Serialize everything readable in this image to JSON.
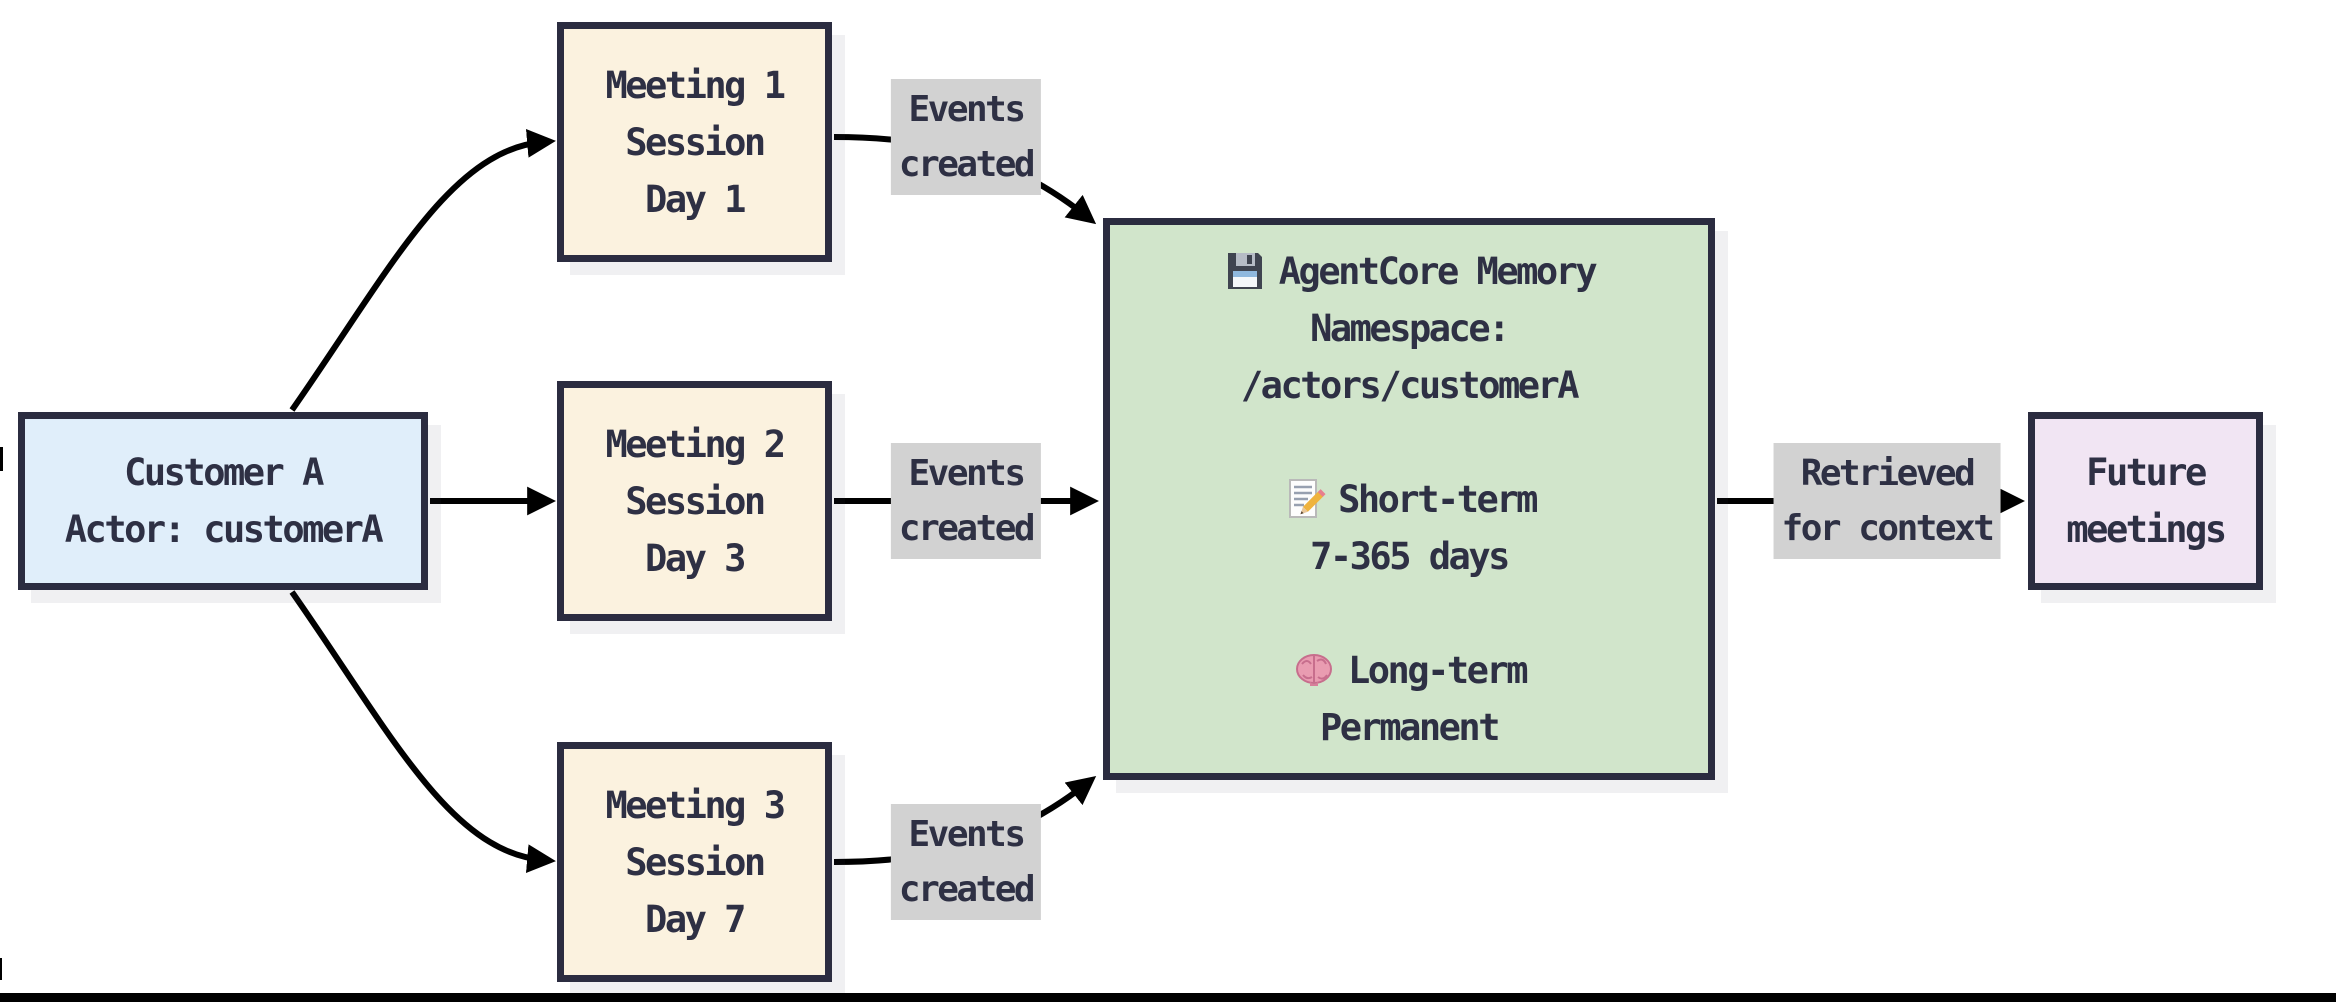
{
  "diagram": {
    "nodes": {
      "customer": {
        "lines": [
          "Customer A",
          "Actor: customerA"
        ]
      },
      "meeting1": {
        "lines": [
          "Meeting 1",
          "Session",
          "Day 1"
        ]
      },
      "meeting2": {
        "lines": [
          "Meeting 2",
          "Session",
          "Day 3"
        ]
      },
      "meeting3": {
        "lines": [
          "Meeting 3",
          "Session",
          "Day 7"
        ]
      },
      "memory": {
        "title_icon": "floppy-disk-icon",
        "title": "AgentCore Memory",
        "namespace_label": "Namespace:",
        "namespace_value": "/actors/customerA",
        "short_term": {
          "icon": "memo-pencil-icon",
          "heading": "Short-term",
          "detail": "7-365 days"
        },
        "long_term": {
          "icon": "brain-icon",
          "heading": "Long-term",
          "detail": "Permanent"
        }
      },
      "future": {
        "lines": [
          "Future",
          "meetings"
        ]
      }
    },
    "edge_labels": {
      "events1": [
        "Events",
        "created"
      ],
      "events2": [
        "Events",
        "created"
      ],
      "events3": [
        "Events",
        "created"
      ],
      "retrieved": [
        "Retrieved",
        "for context"
      ]
    },
    "colors": {
      "background": "#ffffff",
      "border": "#2b2c40",
      "text": "#2e3044",
      "edge": "#000000",
      "label_bg": "#d2d2d2",
      "customer_fill": "#e0eefa",
      "meeting_fill": "#fbf2df",
      "memory_fill": "#d1e5cb",
      "future_fill": "#f1e5f3"
    }
  }
}
